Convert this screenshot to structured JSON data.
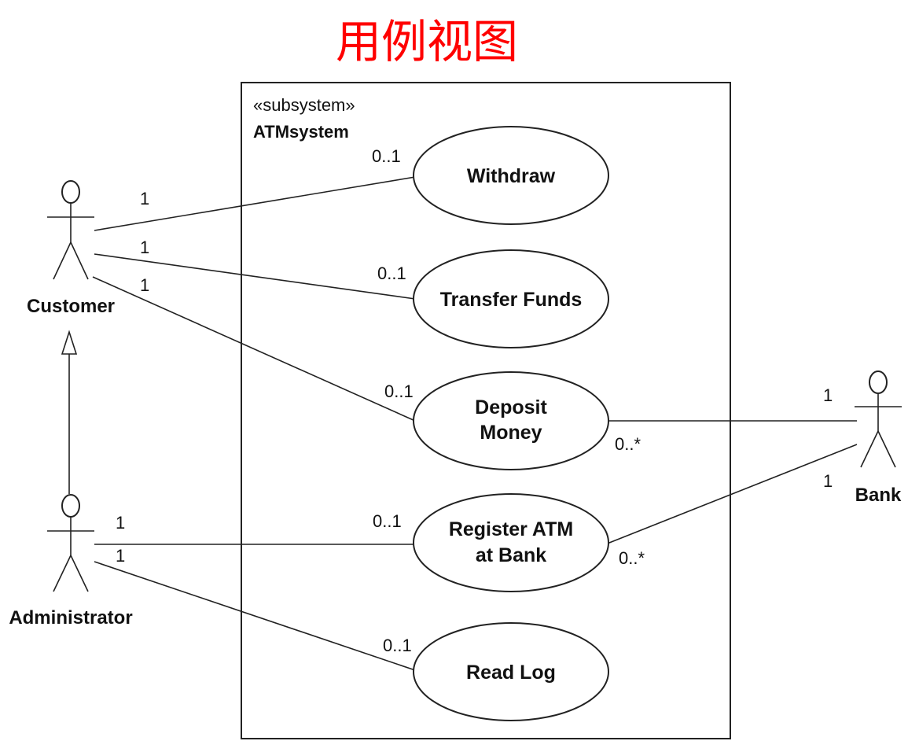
{
  "title": "用例视图",
  "system": {
    "stereotype": "«subsystem»",
    "name": "ATMsystem"
  },
  "actors": {
    "customer": "Customer",
    "administrator": "Administrator",
    "bank": "Bank"
  },
  "use_cases": {
    "withdraw": [
      "Withdraw"
    ],
    "transfer": [
      "Transfer Funds"
    ],
    "deposit": [
      "Deposit",
      "Money"
    ],
    "register": [
      "Register ATM",
      "at Bank"
    ],
    "readlog": [
      "Read Log"
    ]
  },
  "multiplicities": {
    "cust_withdraw_actor": "1",
    "cust_withdraw_uc": "0..1",
    "cust_transfer_actor": "1",
    "cust_transfer_uc": "0..1",
    "cust_deposit_actor": "1",
    "cust_deposit_uc": "0..1",
    "bank_deposit_actor": "1",
    "bank_deposit_uc": "0..*",
    "bank_register_actor": "1",
    "bank_register_uc": "0..*",
    "admin_register_actor": "1",
    "admin_register_uc": "0..1",
    "admin_readlog_actor": "1",
    "admin_readlog_uc": "0..1"
  }
}
